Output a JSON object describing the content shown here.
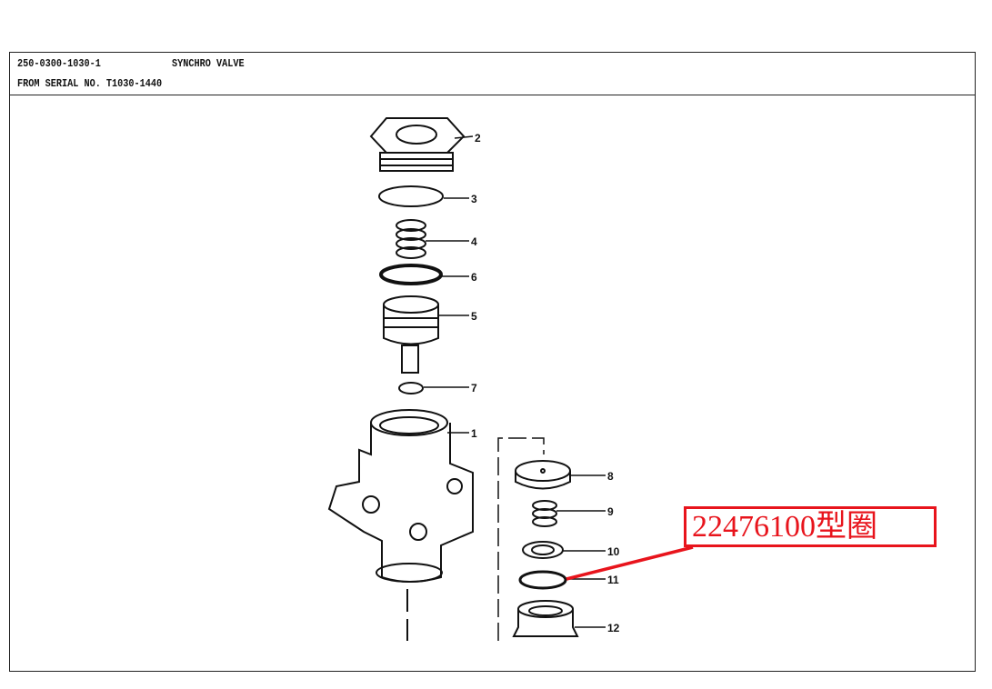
{
  "header": {
    "part_number": "250-0300-1030-1",
    "title": "SYNCHRO VALVE",
    "serial": "FROM SERIAL NO. T1030-1440"
  },
  "callouts": [
    "1",
    "2",
    "3",
    "4",
    "5",
    "6",
    "7",
    "8",
    "9",
    "10",
    "11",
    "12"
  ],
  "annotation": {
    "text": "22476100型圈",
    "color": "#e8141c"
  }
}
